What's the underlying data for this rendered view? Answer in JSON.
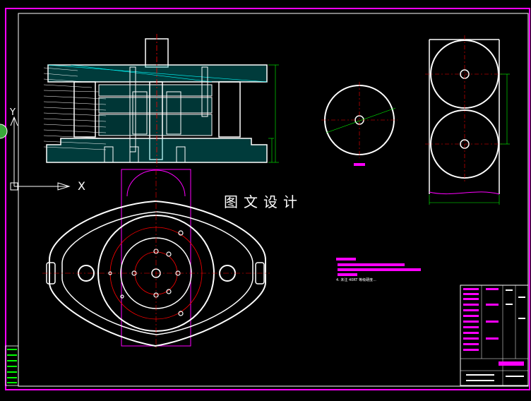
{
  "watermark": "图文设计",
  "ucs": {
    "x_label": "X",
    "y_label": "Y"
  },
  "notes": {
    "note4": "4. 未注 40RT 等级硬度..."
  },
  "colors": {
    "background": "#000000",
    "frame": "#ff00ff",
    "outline": "#ffffff",
    "section": "#00ffff",
    "centerline": "#ff0000",
    "dimension": "#00ff00",
    "highlight": "#ff00ff"
  },
  "icons": {
    "ucs": "ucs-axis-icon",
    "side_tab": "side-tab-icon"
  }
}
